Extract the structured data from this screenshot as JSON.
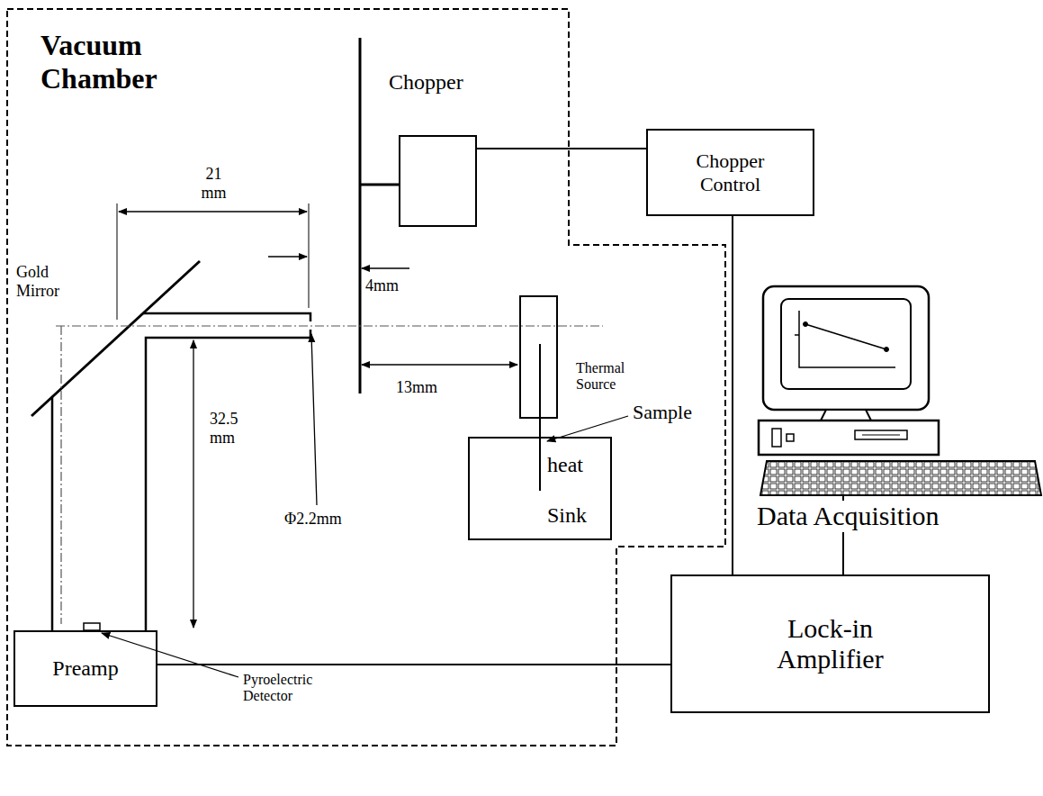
{
  "diagram": {
    "nodes": [
      {
        "text": [
          "Vacuum Chamber"
        ]
      },
      {
        "text": [
          "Chopper"
        ],
        "in": 0
      },
      {
        "text": [
          "Chopper Control"
        ]
      },
      {
        "text": [
          "Thermal Source"
        ],
        "in": 0
      },
      {
        "text": [
          "heat Sink"
        ],
        "in": 0
      },
      {
        "text": [
          "Preamp"
        ],
        "in": 0
      },
      {
        "text": [
          "Lock-in Amplifier"
        ]
      }
    ],
    "edges": [
      {
        "from": 1,
        "to": 2,
        "arrow": "none"
      },
      {
        "from": 2,
        "to": 6,
        "arrow": "none"
      },
      {
        "from": 5,
        "to": 6,
        "arrow": "none"
      }
    ],
    "labels": [
      "Gold Mirror",
      "21 mm",
      "4mm",
      "13mm",
      "32.5 mm",
      "Φ2.2mm",
      "Sample",
      "Pyroelectric Detector",
      "Data Acquisition"
    ]
  }
}
